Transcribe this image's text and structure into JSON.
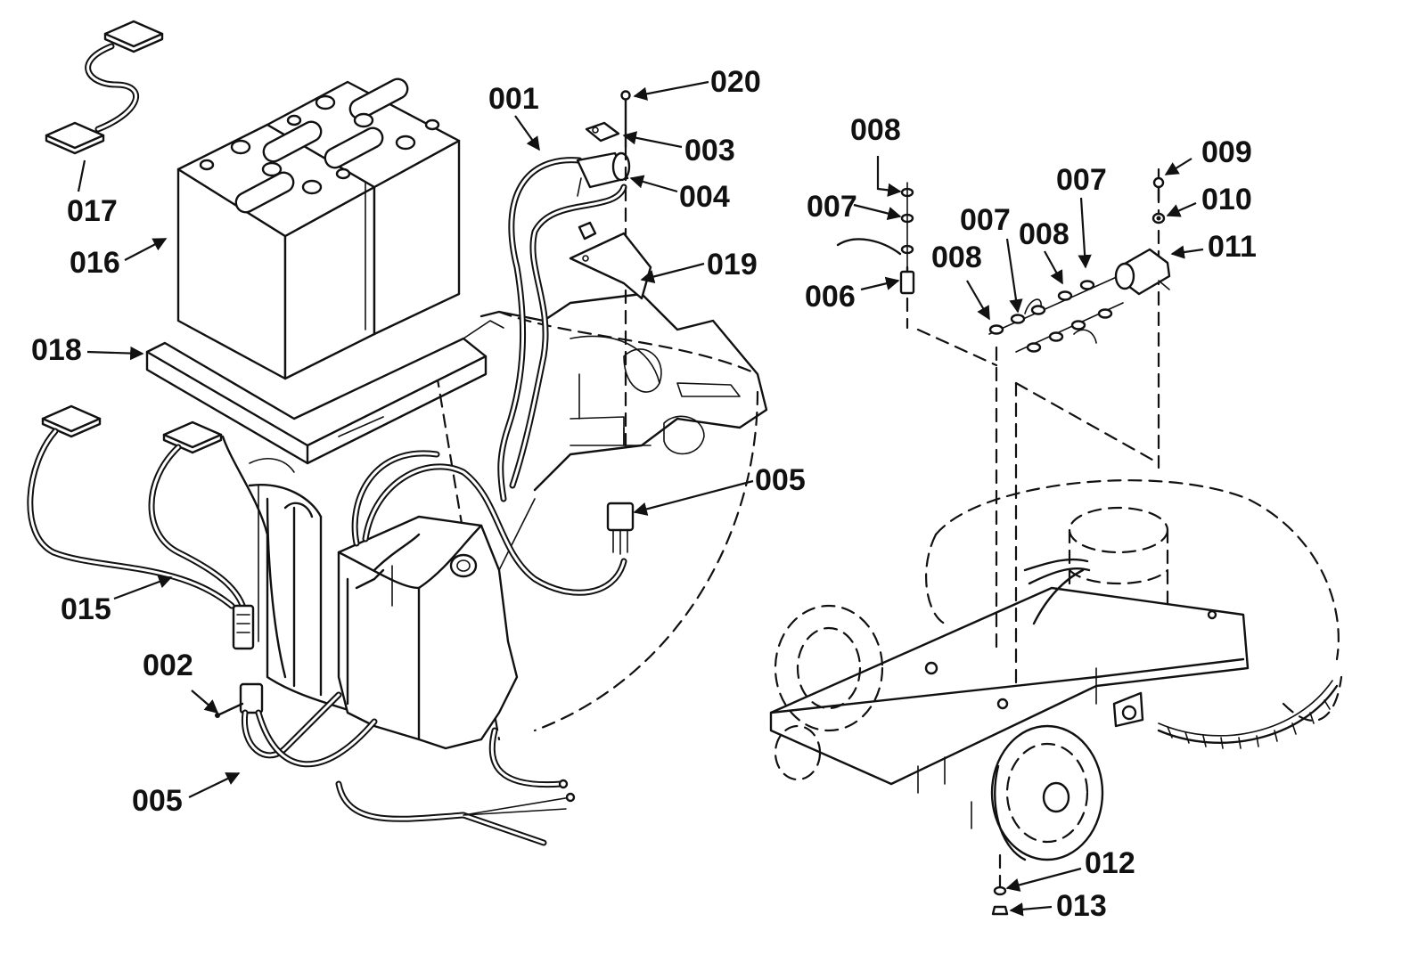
{
  "diagram": {
    "callouts": {
      "c001": "001",
      "c002": "002",
      "c003": "003",
      "c004": "004",
      "c005a": "005",
      "c005b": "005",
      "c006": "006",
      "c007a": "007",
      "c007b": "007",
      "c007c": "007",
      "c008a": "008",
      "c008b": "008",
      "c008c": "008",
      "c009": "009",
      "c010": "010",
      "c011": "011",
      "c012": "012",
      "c013": "013",
      "c015": "015",
      "c016": "016",
      "c017": "017",
      "c018": "018",
      "c019": "019",
      "c020": "020"
    }
  }
}
